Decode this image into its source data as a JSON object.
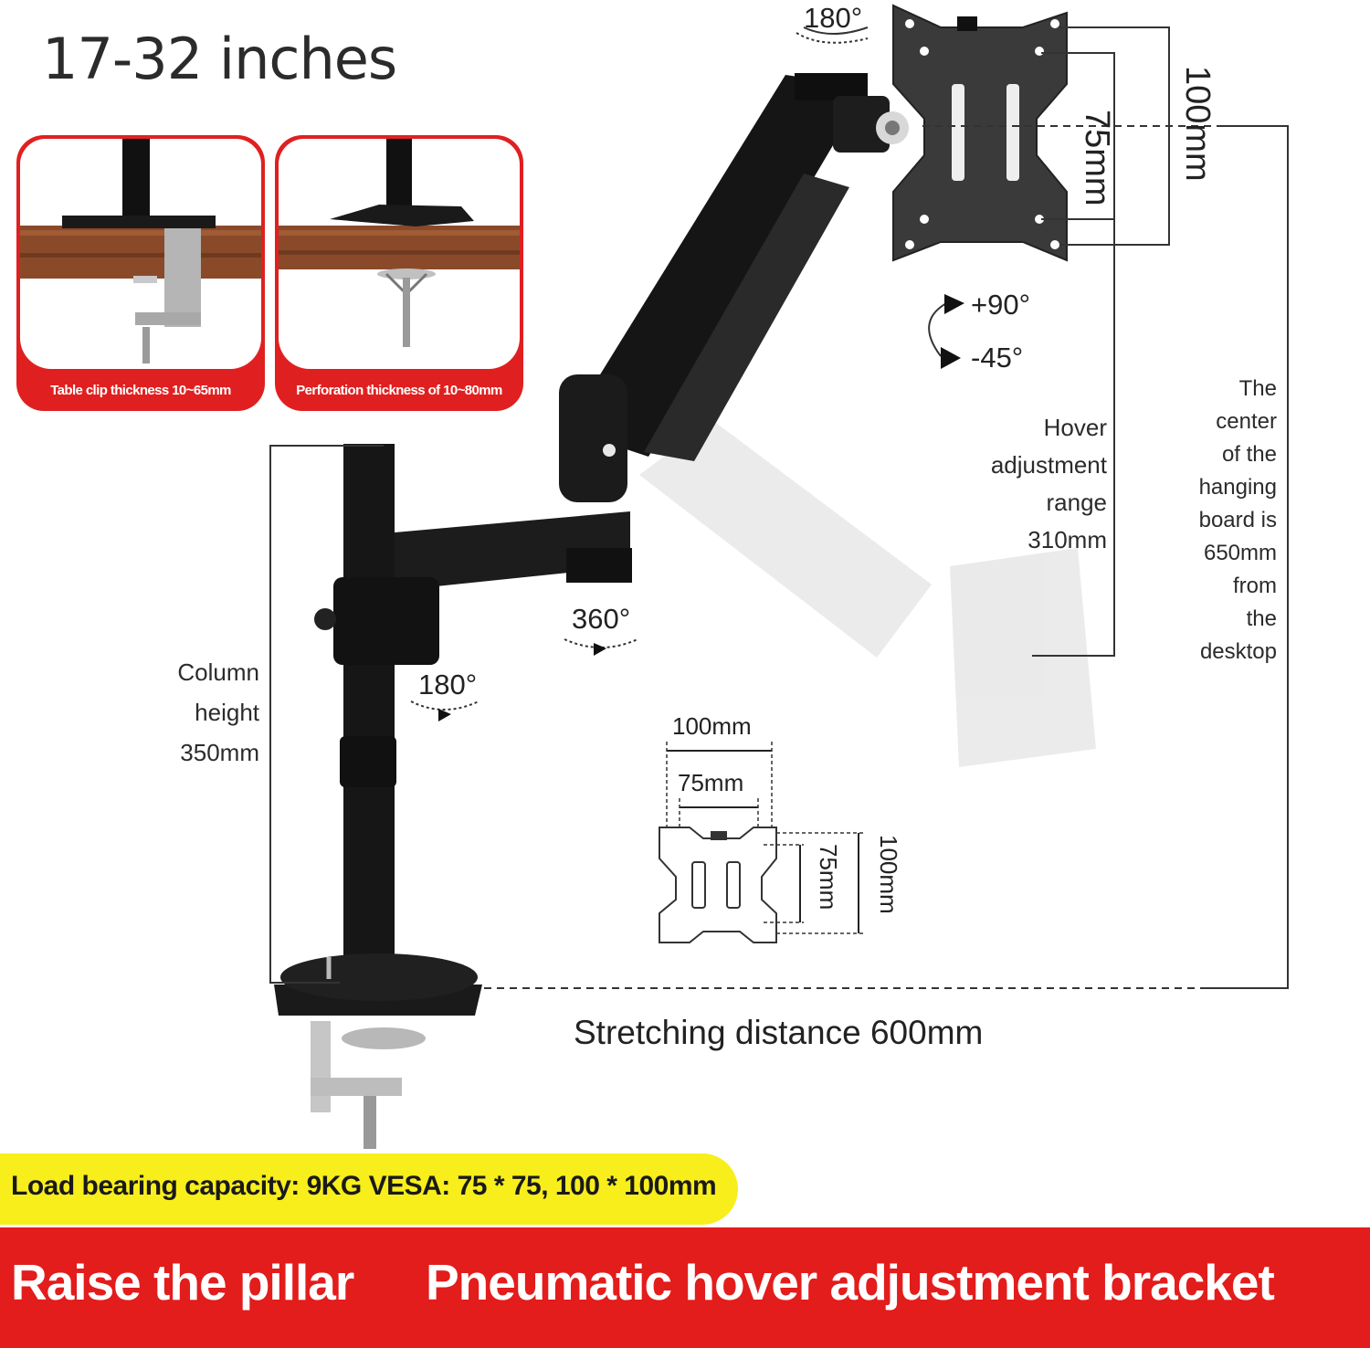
{
  "title": "17-32 inches",
  "insets": [
    {
      "caption": "Table clip thickness 10~65mm"
    },
    {
      "caption": "Perforation thickness of 10~80mm"
    }
  ],
  "rotation_labels": {
    "top": "180°",
    "tilt_up": "+90°",
    "tilt_down": "-45°",
    "arm": "360°",
    "column": "180°"
  },
  "vesa_top": {
    "outer": "100mm",
    "inner": "75mm"
  },
  "hover": {
    "line1": "Hover",
    "line2": "adjustment",
    "line3": "range",
    "line4": "310mm"
  },
  "center_note": {
    "lines": [
      "The",
      "center",
      "of the",
      "hanging",
      "board is",
      "650mm",
      "from",
      "the",
      "desktop"
    ]
  },
  "column": {
    "line1": "Column",
    "line2": "height",
    "line3": "350mm"
  },
  "vesa_small": {
    "top_outer": "100mm",
    "top_inner": "75mm",
    "side_inner": "75mm",
    "side_outer": "100mm"
  },
  "stretch": "Stretching distance 600mm",
  "spec": "Load bearing capacity: 9KG  VESA: 75 * 75, 100 * 100mm",
  "banner": {
    "left": "Raise the pillar",
    "right": "Pneumatic hover adjustment bracket"
  },
  "colors": {
    "red": "#e31c1c",
    "yellow": "#f7ee1c",
    "arm": "#151515"
  }
}
